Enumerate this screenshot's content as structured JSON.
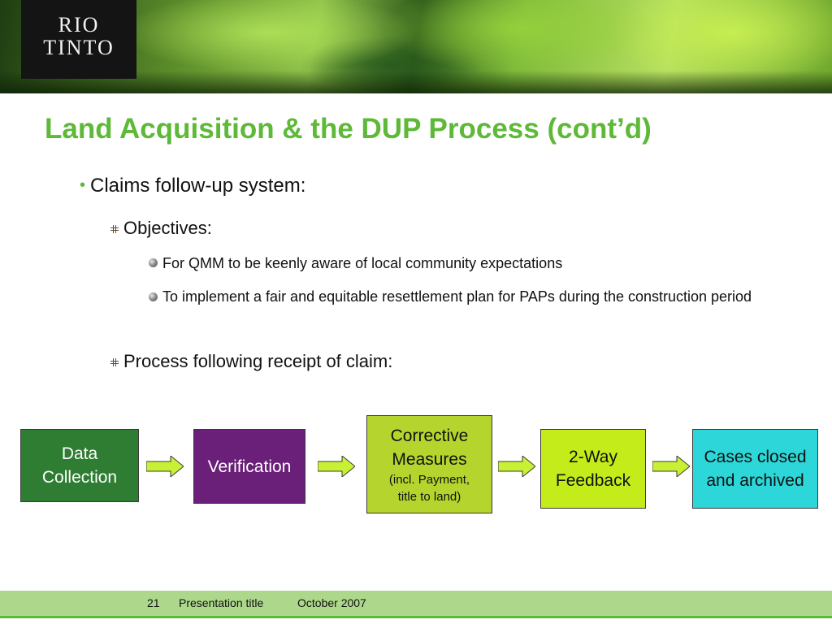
{
  "logo": {
    "line1": "RIO",
    "line2": "TINTO"
  },
  "title": "Land Acquisition & the DUP Process (cont’d)",
  "bullets": {
    "level1": "Claims follow-up system:",
    "objectives_label": "Objectives:",
    "objective_1": "For QMM to be keenly aware of local community expectations",
    "objective_2": "To implement a fair and equitable resettlement plan for PAPs during the construction period",
    "process_label": "Process following receipt of claim:"
  },
  "flow": {
    "step1": {
      "line1": "Data",
      "line2": "Collection",
      "color": "#2e7d32"
    },
    "step2": {
      "line1": "Verification",
      "color": "#6a1f78"
    },
    "step3": {
      "line1": "Corrective",
      "line2": "Measures",
      "line3": "(incl. Payment,",
      "line4": "title to land)",
      "color": "#b5d52e"
    },
    "step4": {
      "line1": "2-Way",
      "line2": "Feedback",
      "color": "#c3ec1a"
    },
    "step5": {
      "line1": "Cases closed",
      "line2": "and archived",
      "color": "#2dd6d8"
    },
    "arrow_color": "#c8f034"
  },
  "footer": {
    "page": "21",
    "title": "Presentation title",
    "date": "October 2007"
  }
}
